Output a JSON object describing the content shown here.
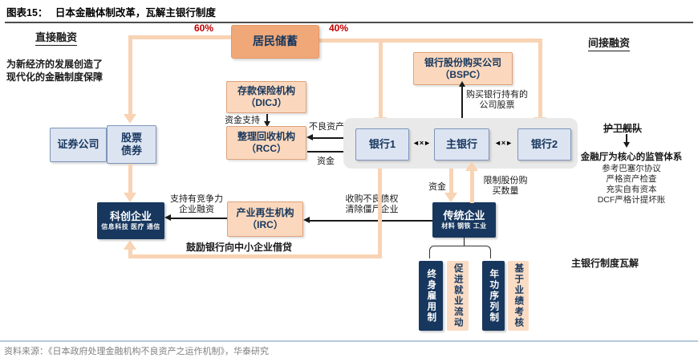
{
  "header": {
    "figure_tag": "图表15：",
    "title": "日本金融体制改革，瓦解主银行制度"
  },
  "left_column": {
    "direct_financing": "直接融资",
    "note_lines": [
      "为新经济的发展创造了",
      "现代化的金融制度保障"
    ]
  },
  "savings": {
    "label": "居民储蓄",
    "pct_left": "60%",
    "pct_right": "40%"
  },
  "right_column": {
    "indirect_financing": "间接融资",
    "convoy_fleet": "护卫舰队",
    "regulator_title": "金融厅为核心的监管体系",
    "regulator_items": [
      "参考巴塞尔协议",
      "严格资产检查",
      "充实自有资本",
      "DCF严格计提坏账"
    ],
    "collapse_note": "主银行制度瓦解"
  },
  "institutions": {
    "bspc": [
      "银行股份购买公司",
      "（BSPC）"
    ],
    "dicj": [
      "存款保险机构",
      "（DICJ）"
    ],
    "rcc": [
      "整理回收机构",
      "（RCC）"
    ],
    "irc": [
      "产业再生机构",
      "（IRC）"
    ],
    "bank1": "银行1",
    "main_bank": "主银行",
    "bank2": "银行2",
    "securities": "证券公司",
    "stocks_bonds": [
      "股票",
      "债券"
    ],
    "tech": {
      "title": "科创企业",
      "subtitle": "信息科技 医疗 通信"
    },
    "traditional": {
      "title": "传统企业",
      "subtitle": "材料 钢铁 工业"
    },
    "employment": [
      {
        "label": "终身雇用制"
      },
      {
        "label": "促进就业流动"
      },
      {
        "label": "年功序列制"
      },
      {
        "label": "基于业绩考核"
      }
    ]
  },
  "flow_labels": {
    "funding_support": "资金支持",
    "bad_assets": "不良资产",
    "funds_to_bank": "资金",
    "buy_shares": [
      "购买银行持有的",
      "公司股票"
    ],
    "funds_to_traditional": "资金",
    "limit_purchase": [
      "限制股份购",
      "买数量"
    ],
    "support_competitive": [
      "支持有竞争力",
      "企业融资"
    ],
    "acquire_npl": [
      "收购不良债权",
      "清除僵尸企业"
    ],
    "encourage_lending": "鼓励银行向中小企业借贷",
    "severed_link": "◄×►"
  },
  "footer": {
    "source": "资料来源：《日本政府处理金融机构不良资产之运作机制》，华泰研究"
  },
  "colors": {
    "orange": "#F0A878",
    "peach": "#FBD8BD",
    "flow": "#F8D3B4",
    "navy": "#17375E",
    "blue": "#DCE4F2",
    "red": "#C00000",
    "gray_panel": "#E9E9E9"
  }
}
